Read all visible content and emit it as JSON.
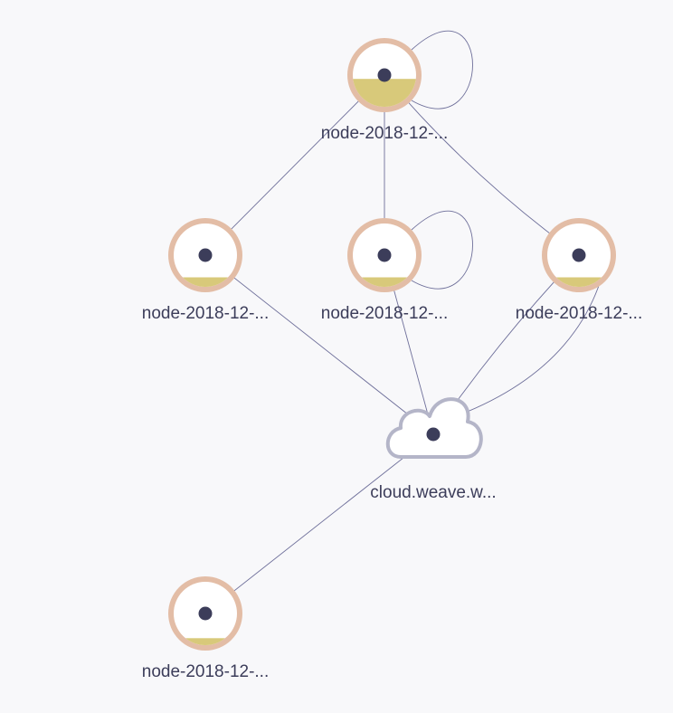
{
  "nodes": [
    {
      "id": "n_top",
      "label": "node-2018-12-...",
      "type": "host",
      "usage": 0.44
    },
    {
      "id": "n_left",
      "label": "node-2018-12-...",
      "type": "host",
      "usage": 0.15
    },
    {
      "id": "n_mid",
      "label": "node-2018-12-...",
      "type": "host",
      "usage": 0.15
    },
    {
      "id": "n_right",
      "label": "node-2018-12-...",
      "type": "host",
      "usage": 0.15
    },
    {
      "id": "cloud",
      "label": "cloud.weave.w...",
      "type": "cloud"
    },
    {
      "id": "n_bottom",
      "label": "node-2018-12-...",
      "type": "host",
      "usage": 0.11
    }
  ],
  "edges": [
    {
      "from": "n_top",
      "to": "n_top"
    },
    {
      "from": "n_top",
      "to": "n_left"
    },
    {
      "from": "n_top",
      "to": "n_mid"
    },
    {
      "from": "n_top",
      "to": "n_right"
    },
    {
      "from": "n_mid",
      "to": "n_mid"
    },
    {
      "from": "n_left",
      "to": "cloud"
    },
    {
      "from": "n_mid",
      "to": "cloud"
    },
    {
      "from": "n_right",
      "to": "cloud"
    },
    {
      "from": "cloud",
      "to": "n_bottom"
    }
  ],
  "colors": {
    "background": "#f8f8fa",
    "node_ring": "#e3bda6",
    "node_fill": "#ffffff",
    "usage_fill": "#d8c97a",
    "center_dot": "#3c3d5a",
    "cloud_stroke": "#b4b5c8",
    "edge": "#6e6f9a",
    "label": "#3c3d5a"
  },
  "icons": {
    "host": "circle-host-icon",
    "cloud": "cloud-icon"
  }
}
